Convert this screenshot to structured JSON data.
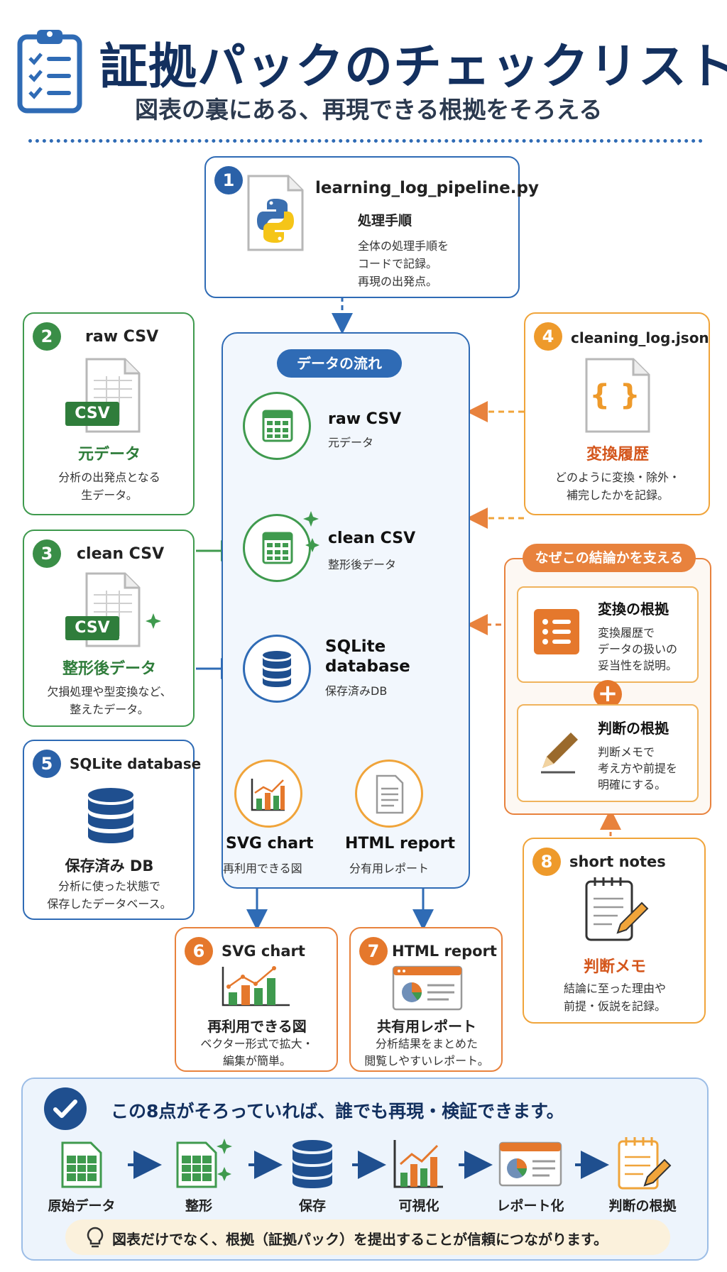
{
  "header": {
    "title": "証拠パックのチェックリスト",
    "subtitle": "図表の裏にある、再現できる根拠をそろえる"
  },
  "cards": {
    "c1": {
      "num": "1",
      "title": "learning_log_pipeline.py",
      "label": "処理手順",
      "desc": [
        "全体の処理手順を",
        "コードで記録。",
        "再現の出発点。"
      ]
    },
    "c2": {
      "num": "2",
      "title": "raw CSV",
      "badge": "CSV",
      "label": "元データ",
      "desc": [
        "分析の出発点となる",
        "生データ。"
      ]
    },
    "c3": {
      "num": "3",
      "title": "clean CSV",
      "badge": "CSV",
      "label": "整形後データ",
      "desc": [
        "欠損処理や型変換など、",
        "整えたデータ。"
      ]
    },
    "c4": {
      "num": "4",
      "title": "cleaning_log.json",
      "icon": "{ }",
      "label": "変換履歴",
      "desc": [
        "どのように変換・除外・",
        "補完したかを記録。"
      ]
    },
    "c5": {
      "num": "5",
      "title": "SQLite database",
      "label": "保存済み DB",
      "desc": [
        "分析に使った状態で",
        "保存したデータベース。"
      ]
    },
    "c6": {
      "num": "6",
      "title": "SVG chart",
      "label": "再利用できる図",
      "desc": [
        "ベクター形式で拡大・",
        "編集が簡単。"
      ]
    },
    "c7": {
      "num": "7",
      "title": "HTML report",
      "label": "共有用レポート",
      "desc": [
        "分析結果をまとめた",
        "閲覧しやすいレポート。"
      ]
    },
    "c8": {
      "num": "8",
      "title": "short notes",
      "label": "判断メモ",
      "desc": [
        "結論に至った理由や",
        "前提・仮説を記録。"
      ]
    }
  },
  "flow": {
    "tag": "データの流れ",
    "nodes": [
      {
        "title": "raw CSV",
        "sub": "元データ"
      },
      {
        "title": "clean CSV",
        "sub": "整形後データ"
      },
      {
        "title": "SQLite",
        "title2": "database",
        "sub": "保存済みDB"
      },
      {
        "title": "SVG chart",
        "sub": "再利用できる図"
      },
      {
        "title": "HTML report",
        "sub": "分有用レポート"
      }
    ]
  },
  "why": {
    "tag": "なぜこの結論かを支える",
    "transform": {
      "title": "変換の根拠",
      "desc": [
        "変換履歴で",
        "データの扱いの",
        "妥当性を説明。"
      ]
    },
    "plus": "+",
    "judgment": {
      "title": "判断の根拠",
      "desc": [
        "判断メモで",
        "考え方や前提を",
        "明確にする。"
      ]
    }
  },
  "bottom": {
    "title": "この8点がそろっていれば、誰でも再現・検証できます。",
    "steps": [
      "原始データ",
      "整形",
      "保存",
      "可視化",
      "レポート化",
      "判断の根拠"
    ],
    "note": "図表だけでなく、根拠（証拠パック）を提出することが信頼につながります。"
  },
  "colors": {
    "navy": "#13305f",
    "blue": "#2f6bb5",
    "green": "#3f9a4e",
    "orange": "#e8823d",
    "amber": "#f0a43a"
  }
}
